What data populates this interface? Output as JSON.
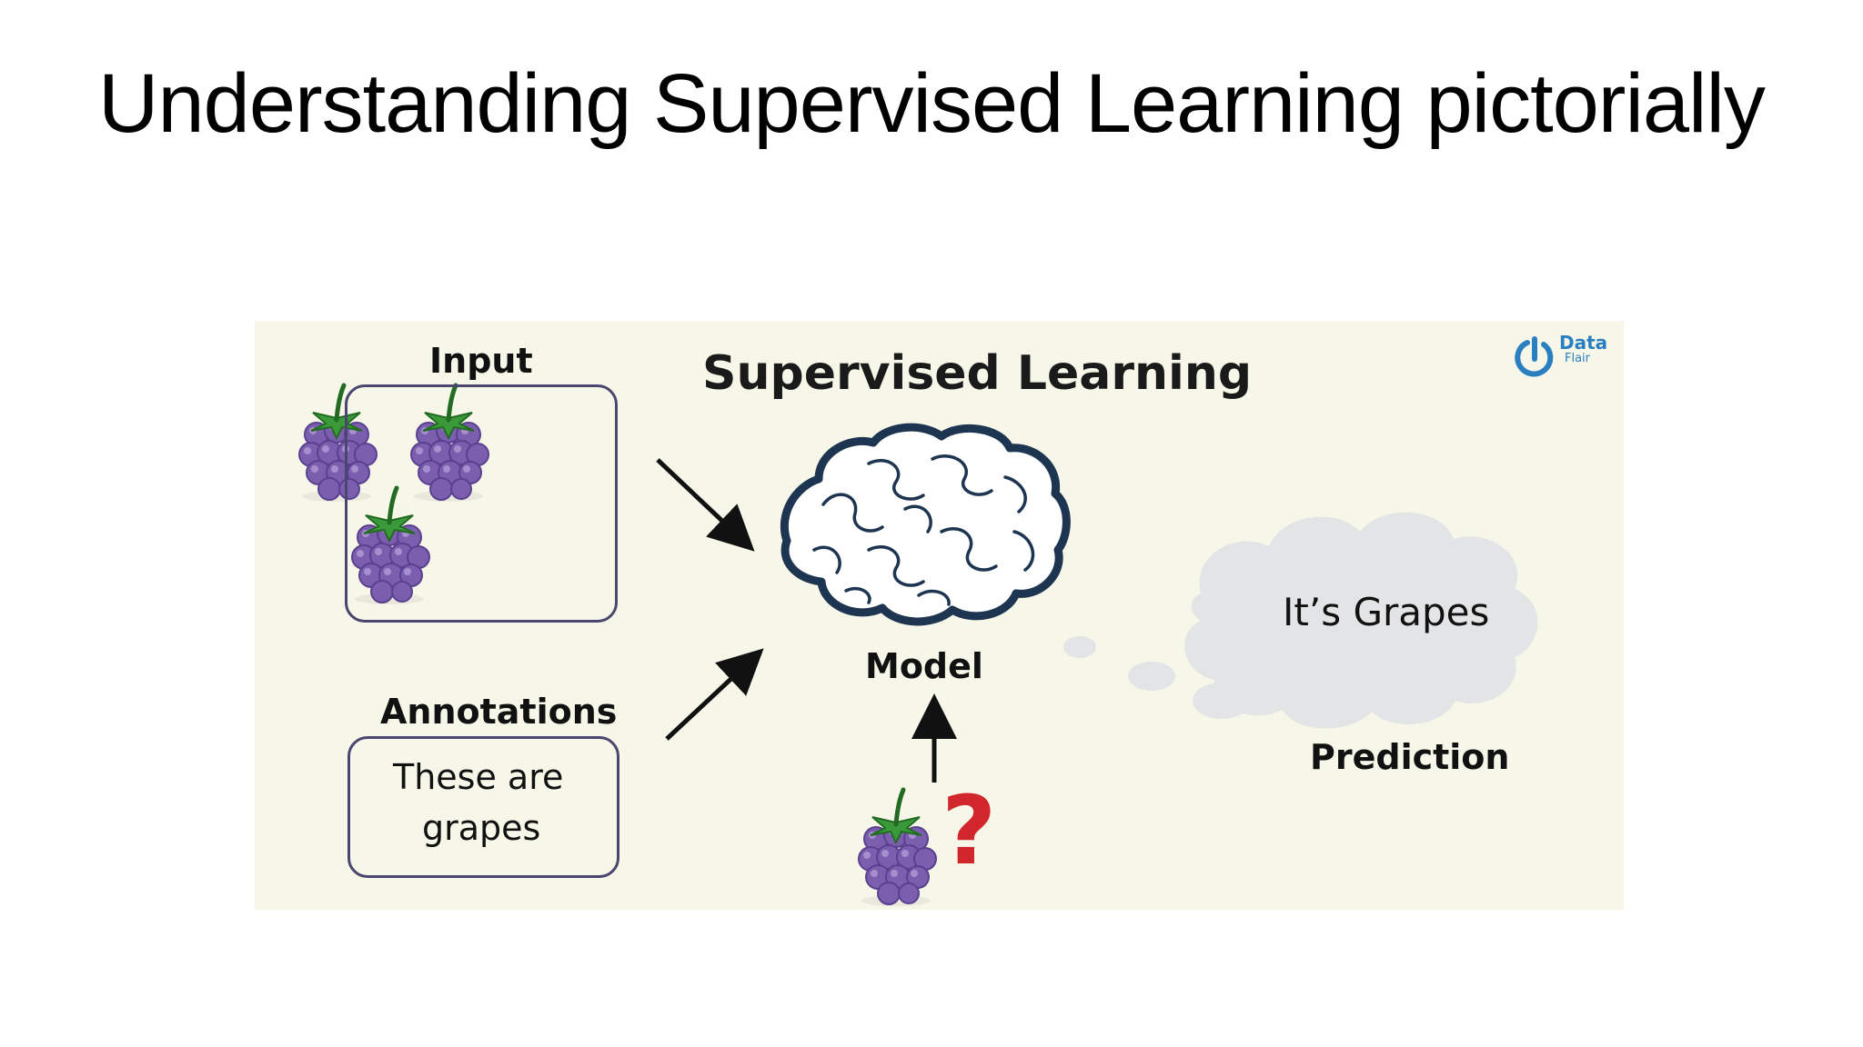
{
  "slide": {
    "title": "Understanding Supervised Learning pictorially"
  },
  "figure": {
    "heading": "Supervised Learning",
    "input_label": "Input",
    "annotations_label": "Annotations",
    "annotation_text_line1": "These are",
    "annotation_text_line2": "grapes",
    "model_label": "Model",
    "prediction_text": "It’s Grapes",
    "prediction_label": "Prediction",
    "logo_text_top": "Data",
    "logo_text_bottom": "Flair",
    "question_mark": "?",
    "colors": {
      "background": "#f6f7e8",
      "grape": "#7b5fae",
      "leaf": "#3a9a3a",
      "brain_outline": "#1d3550",
      "cloud": "#e3e4e6",
      "question": "#d0262c",
      "logo": "#2a7fc1"
    },
    "icons": [
      "grape-icon",
      "brain-icon",
      "thought-cloud-icon",
      "arrow-icon",
      "question-mark-icon",
      "dataflair-logo-icon"
    ]
  }
}
